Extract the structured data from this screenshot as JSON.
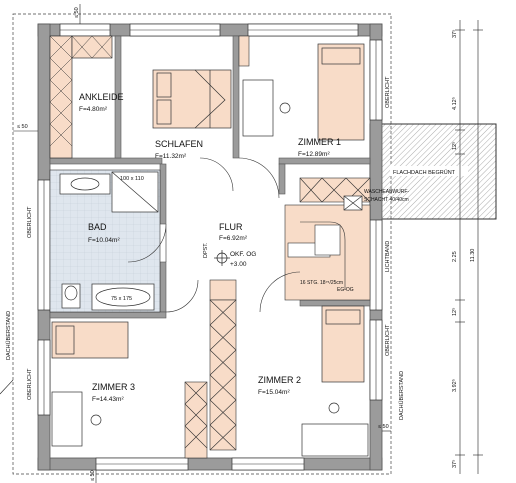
{
  "rooms": {
    "ankleide": {
      "name": "ANKLEIDE",
      "area": "F=4.80m²"
    },
    "schlafen": {
      "name": "SCHLAFEN",
      "area": "F=11.32m²"
    },
    "zimmer1": {
      "name": "ZIMMER 1",
      "area": "F=12.89m²"
    },
    "bad": {
      "name": "BAD",
      "area": "F=10.04m²"
    },
    "flur": {
      "name": "FLUR",
      "area": "F=6.92m²"
    },
    "zimmer3": {
      "name": "ZIMMER 3",
      "area": "F=14.43m²"
    },
    "zimmer2": {
      "name": "ZIMMER 2",
      "area": "F=15.04m²"
    }
  },
  "fixtures": {
    "shower": "100 x 110",
    "bathtub": "75 x 175"
  },
  "level": {
    "label": "OKF. OG",
    "value": "+3.00"
  },
  "stairs": {
    "line1": "16 STG. 18⁷⁵/25cm",
    "line2": "EG-OG"
  },
  "flat_roof": "FLACHDACH BEGRÜNT",
  "shaft": {
    "line1": "WASCHEABWURF-",
    "line2": "SCHACHT 40/40cm"
  },
  "window_labels": {
    "oberlicht": "OBERLICHT",
    "dachueberstand": "DACHÜBERSTAND",
    "lichtband": "LICHTBAND",
    "dpst": "DPST."
  },
  "overhang_marks": {
    "left": "≤ 50",
    "right": "≤ 50",
    "top": "≤ 50",
    "bottom": "≤ 50"
  },
  "dimensions": {
    "d1": "37⁵",
    "d2": "4.12⁵",
    "d3": "12⁵",
    "d4": "2.25",
    "d5": "12⁵",
    "d6": "3.92⁵",
    "d7": "37⁵",
    "total": "11.30"
  },
  "colors": {
    "wall": "#9b9b9b",
    "wall_edge": "#555555",
    "furniture": "#f8dcc8",
    "tile": "#dfe6ee",
    "roof": "#e9e9e9",
    "line": "#222222"
  }
}
